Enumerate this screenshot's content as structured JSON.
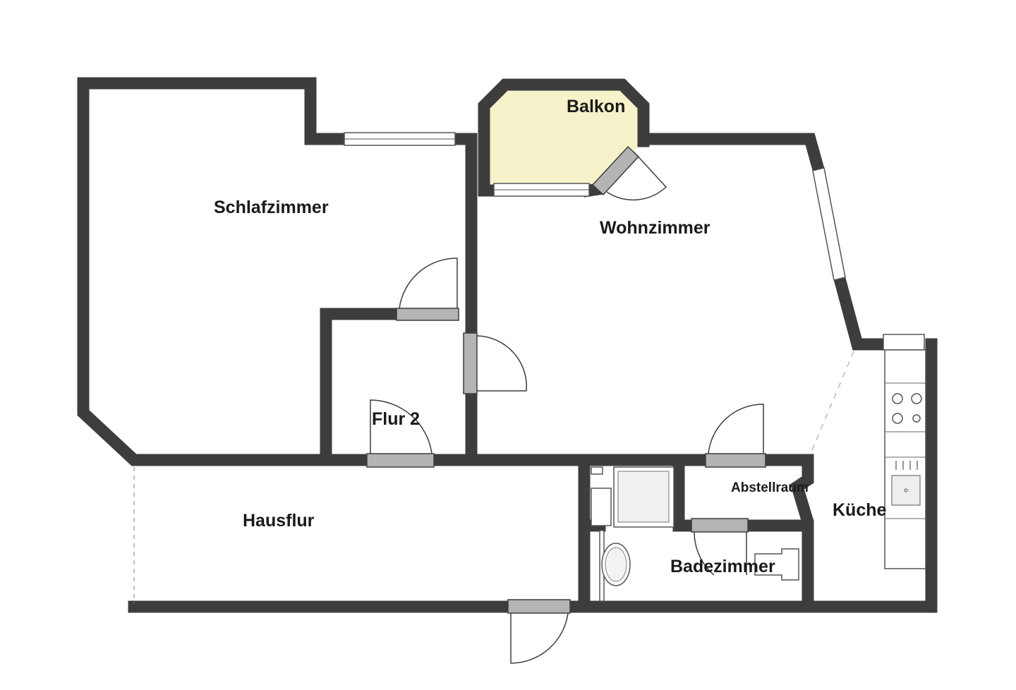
{
  "floorplan": {
    "rooms": {
      "schlafzimmer": "Schlafzimmer",
      "balkon": "Balkon",
      "wohnzimmer": "Wohnzimmer",
      "flur2": "Flur 2",
      "hausflur": "Hausflur",
      "abstellraum": "Abstellraum",
      "kueche": "Küche",
      "badezimmer": "Badezimmer"
    },
    "colors": {
      "wall": "#3d3d3d",
      "balcony": "#f6f2c9",
      "door": "#b4b4b4"
    }
  }
}
